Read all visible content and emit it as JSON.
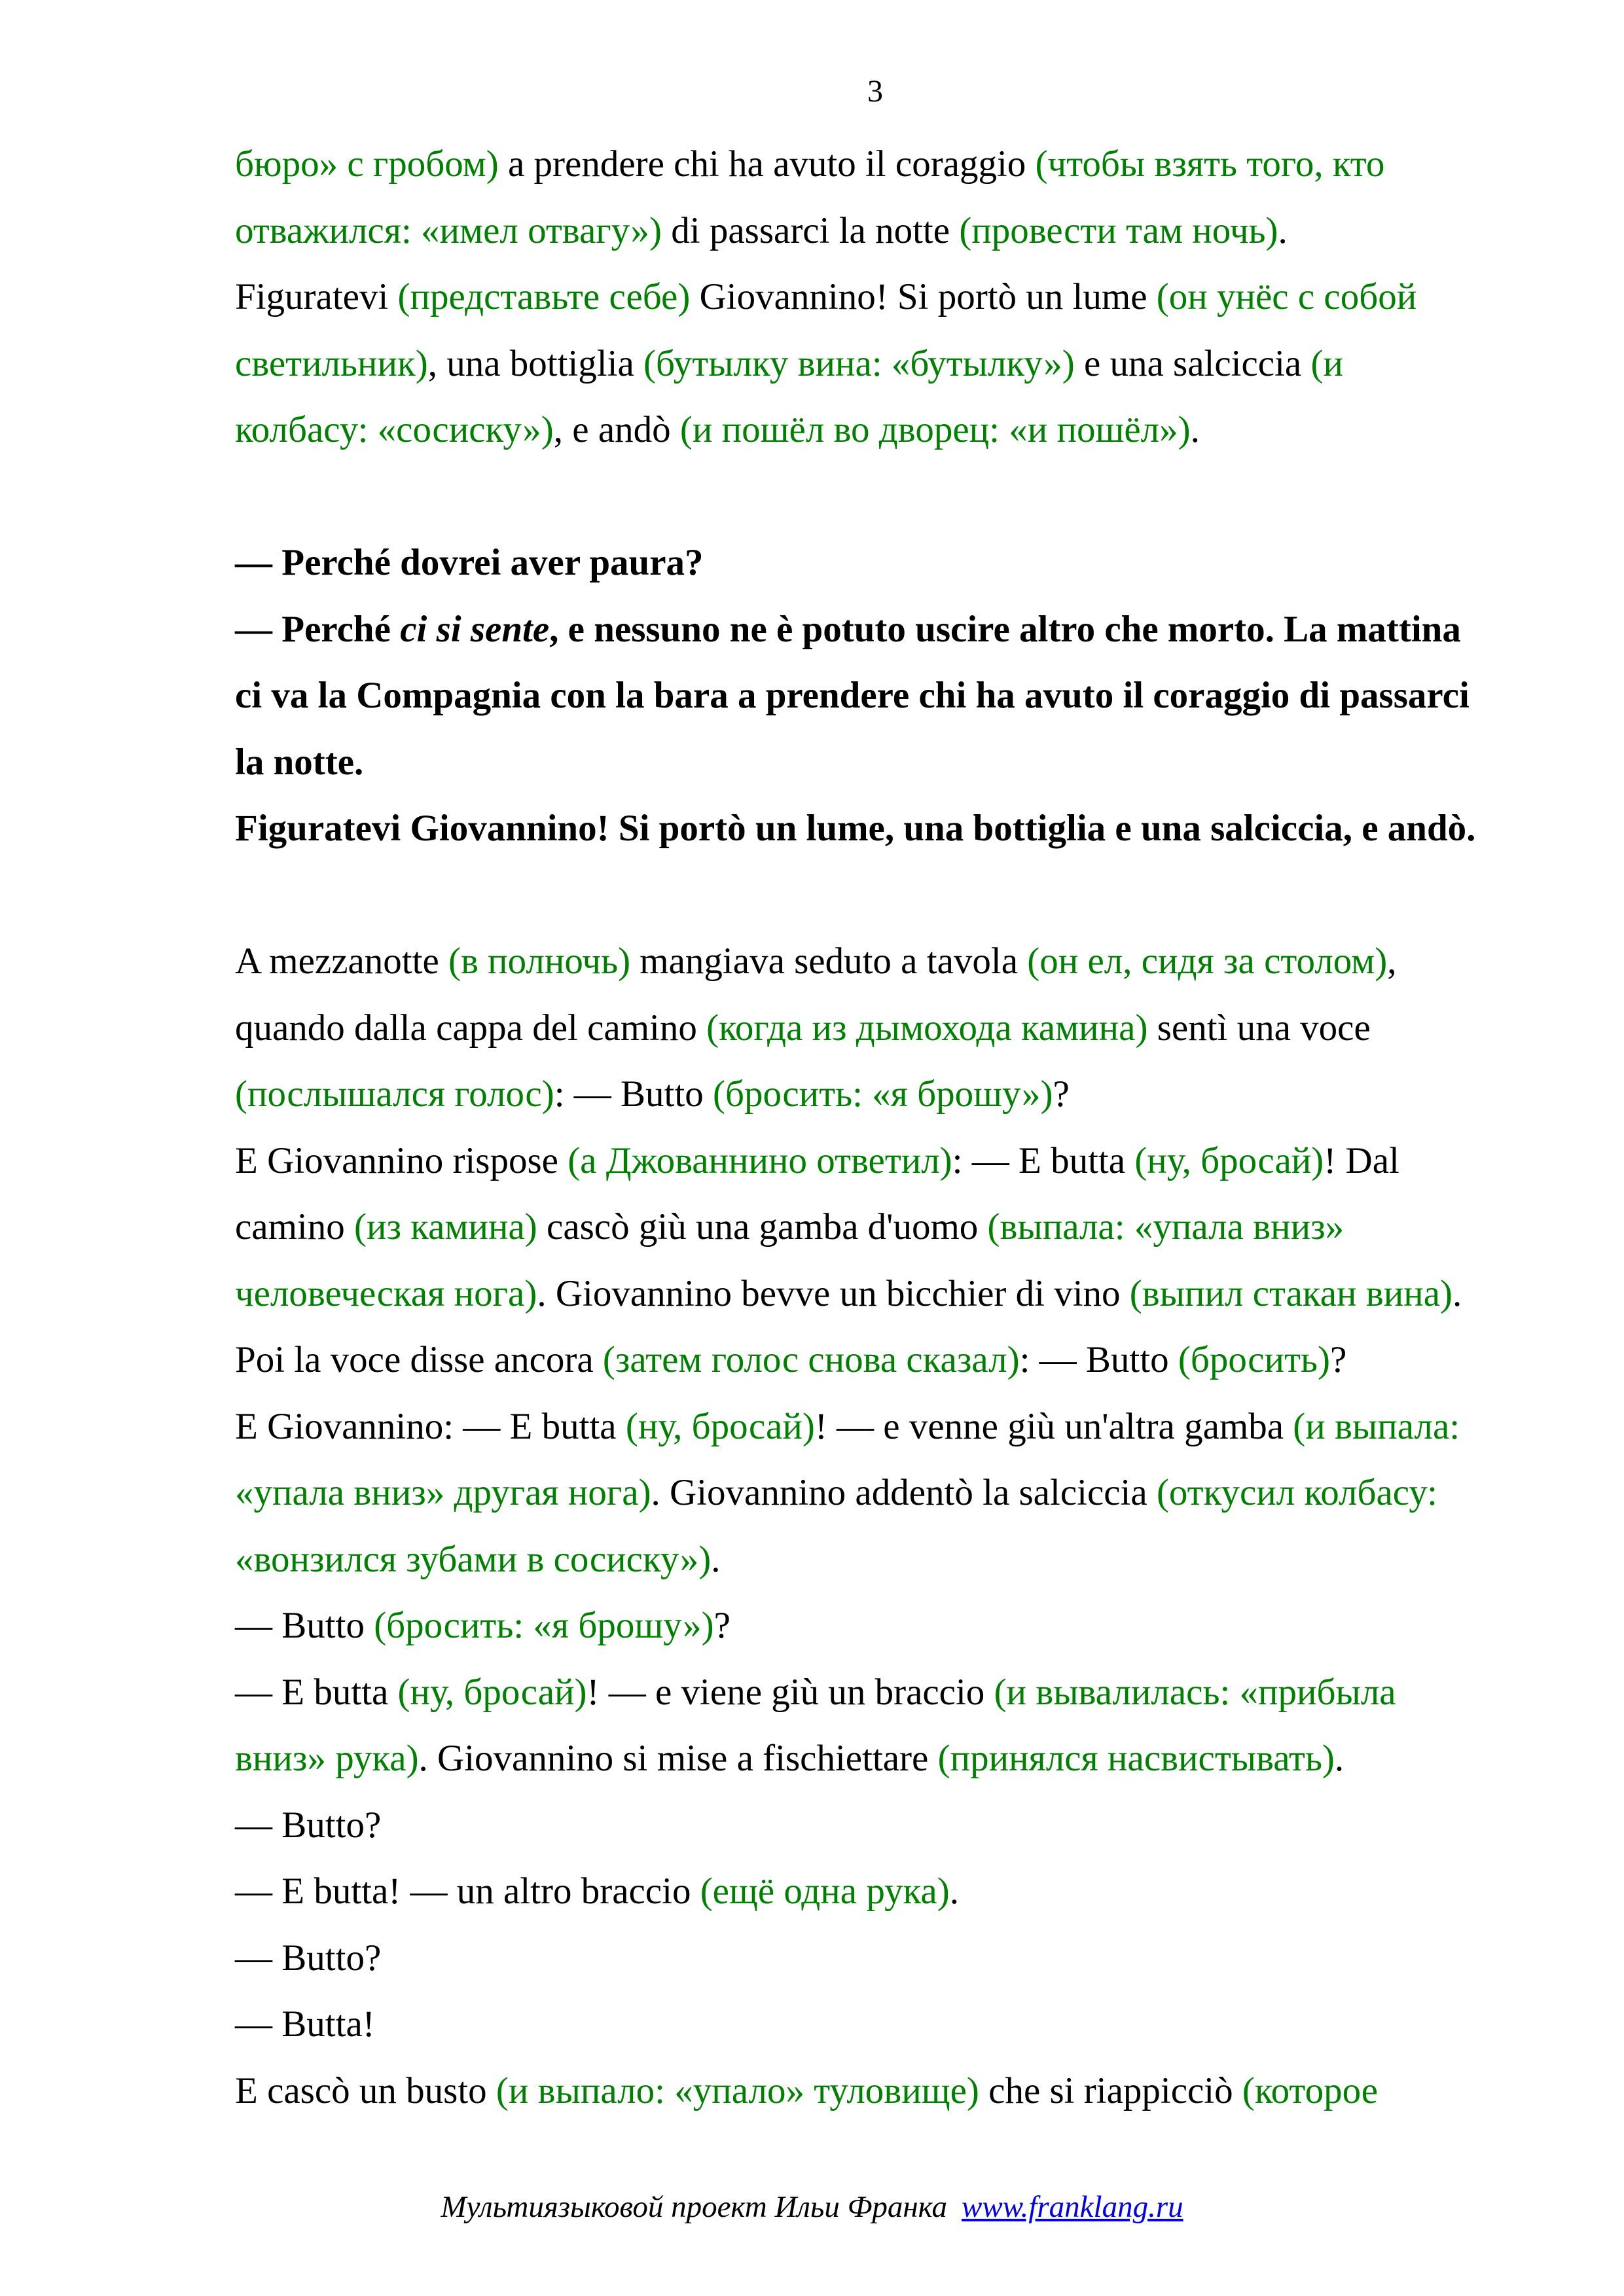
{
  "page_number": "3",
  "colors": {
    "translation": "#008000",
    "link": "#0000ee"
  },
  "lines": [
    [
      {
        "t": "бюро» с гробом)",
        "g": 1
      },
      {
        "t": " a prendere chi ha avuto il coraggio "
      },
      {
        "t": "(чтобы взять того, кто",
        "g": 1
      }
    ],
    [
      {
        "t": "отважился: «имел отвагу»)",
        "g": 1
      },
      {
        "t": " di passarci la notte "
      },
      {
        "t": "(провести там ночь)",
        "g": 1
      },
      {
        "t": "."
      }
    ],
    [
      {
        "t": "Figuratevi "
      },
      {
        "t": "(представьте себе)",
        "g": 1
      },
      {
        "t": " Giovannino! Si portò un lume "
      },
      {
        "t": "(он унёс с собой",
        "g": 1
      }
    ],
    [
      {
        "t": "светильник)",
        "g": 1
      },
      {
        "t": ", una bottiglia "
      },
      {
        "t": "(бутылку вина: «бутылку»)",
        "g": 1
      },
      {
        "t": " e una salciccia "
      },
      {
        "t": "(и",
        "g": 1
      }
    ],
    [
      {
        "t": "колбасу: «сосиску»)",
        "g": 1
      },
      {
        "t": ", e andò "
      },
      {
        "t": "(и пошёл во дворец: «и пошёл»)",
        "g": 1
      },
      {
        "t": "."
      }
    ],
    [],
    [
      {
        "t": "— Perché dovrei aver paura?",
        "b": 1
      }
    ],
    [
      {
        "t": "— Perché ",
        "b": 1
      },
      {
        "t": "ci si sente",
        "b": 1,
        "i": 1
      },
      {
        "t": ", e nessuno ne è potuto uscire altro che morto. La mattina",
        "b": 1
      }
    ],
    [
      {
        "t": "ci va la Compagnia con la bara a prendere chi ha avuto il coraggio di passarci",
        "b": 1
      }
    ],
    [
      {
        "t": "la notte.",
        "b": 1
      }
    ],
    [
      {
        "t": "Figuratevi Giovannino! Si portò un lume, una bottiglia e una salciccia, e andò.",
        "b": 1
      }
    ],
    [],
    [
      {
        "t": "A mezzanotte "
      },
      {
        "t": "(в полночь)",
        "g": 1
      },
      {
        "t": " mangiava seduto a tavola "
      },
      {
        "t": "(он ел, сидя за столом)",
        "g": 1
      },
      {
        "t": ","
      }
    ],
    [
      {
        "t": "quando dalla cappa del camino "
      },
      {
        "t": "(когда из дымохода камина)",
        "g": 1
      },
      {
        "t": " sentì una voce"
      }
    ],
    [
      {
        "t": "(послышался голос)",
        "g": 1
      },
      {
        "t": ": — Butto "
      },
      {
        "t": "(бросить: «я брошу»)",
        "g": 1
      },
      {
        "t": "?"
      }
    ],
    [
      {
        "t": "E Giovannino rispose "
      },
      {
        "t": "(а Джованнино ответил)",
        "g": 1
      },
      {
        "t": ": — E butta "
      },
      {
        "t": "(ну, бросай)",
        "g": 1
      },
      {
        "t": "! Dal"
      }
    ],
    [
      {
        "t": "camino "
      },
      {
        "t": "(из камина)",
        "g": 1
      },
      {
        "t": " cascò giù una gamba d'uomo "
      },
      {
        "t": "(выпала: «упала вниз»",
        "g": 1
      }
    ],
    [
      {
        "t": "человеческая нога)",
        "g": 1
      },
      {
        "t": ". Giovannino bevve un bicchier di vino "
      },
      {
        "t": "(выпил стакан вина)",
        "g": 1
      },
      {
        "t": "."
      }
    ],
    [
      {
        "t": "Poi la voce disse ancora "
      },
      {
        "t": "(затем голос снова сказал)",
        "g": 1
      },
      {
        "t": ": — Butto "
      },
      {
        "t": "(бросить)",
        "g": 1
      },
      {
        "t": "?"
      }
    ],
    [
      {
        "t": "E Giovannino: — E butta "
      },
      {
        "t": "(ну, бросай)",
        "g": 1
      },
      {
        "t": "! — e venne giù un'altra gamba "
      },
      {
        "t": "(и выпала:",
        "g": 1
      }
    ],
    [
      {
        "t": "«упала вниз» другая нога)",
        "g": 1
      },
      {
        "t": ". Giovannino addentò la salciccia "
      },
      {
        "t": "(откусил колбасу:",
        "g": 1
      }
    ],
    [
      {
        "t": "«вонзился зубами в сосиску»)",
        "g": 1
      },
      {
        "t": "."
      }
    ],
    [
      {
        "t": "— Butto "
      },
      {
        "t": "(бросить: «я брошу»)",
        "g": 1
      },
      {
        "t": "?"
      }
    ],
    [
      {
        "t": "— E butta "
      },
      {
        "t": "(ну, бросай)",
        "g": 1
      },
      {
        "t": "! — e viene giù un braccio "
      },
      {
        "t": "(и вывалилась: «прибыла",
        "g": 1
      }
    ],
    [
      {
        "t": "вниз» рука)",
        "g": 1
      },
      {
        "t": ". Giovannino si mise a fischiettare "
      },
      {
        "t": "(принялся насвистывать)",
        "g": 1
      },
      {
        "t": "."
      }
    ],
    [
      {
        "t": "— Butto?"
      }
    ],
    [
      {
        "t": "— E butta! — un altro braccio "
      },
      {
        "t": "(ещё одна рука)",
        "g": 1
      },
      {
        "t": "."
      }
    ],
    [
      {
        "t": "— Butto?"
      }
    ],
    [
      {
        "t": "— Butta!"
      }
    ],
    [
      {
        "t": "E cascò un busto "
      },
      {
        "t": "(и выпало: «упало» туловище)",
        "g": 1
      },
      {
        "t": " che si riappicciò "
      },
      {
        "t": "(которое",
        "g": 1
      }
    ]
  ],
  "footer": {
    "project": "Мультиязыковой проект Ильи Франка",
    "link": "www.franklang.ru"
  }
}
